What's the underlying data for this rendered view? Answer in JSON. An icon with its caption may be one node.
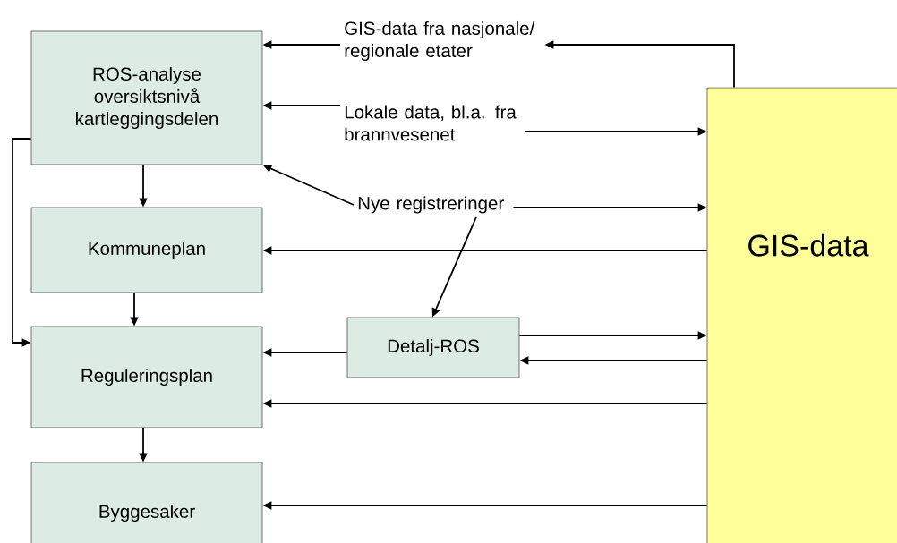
{
  "diagram": {
    "nodes": [
      {
        "text": [
          "ROS-analyse oversiktsnivå kartleggingsdelen"
        ]
      },
      {
        "text": [
          "Kommuneplan"
        ]
      },
      {
        "text": [
          "Reguleringsplan"
        ]
      },
      {
        "text": [
          "Byggesaker"
        ]
      },
      {
        "text": [
          "Detalj-ROS"
        ]
      },
      {
        "text": [
          "GIS-data"
        ]
      },
      {
        "text": [
          "GIS-data fra nasjonale/ regionale etater"
        ]
      },
      {
        "text": [
          "Lokale data, bl.a. fra brannvesenet"
        ]
      },
      {
        "text": [
          "Nye registreringer"
        ]
      }
    ],
    "edges": [
      {
        "from": 6,
        "to": 0,
        "arrow": "to"
      },
      {
        "from": 5,
        "to": 6,
        "arrow": "to"
      },
      {
        "from": 7,
        "to": 0,
        "arrow": "to"
      },
      {
        "from": 7,
        "to": 5,
        "arrow": "to"
      },
      {
        "from": 8,
        "to": 0,
        "arrow": "to"
      },
      {
        "from": 8,
        "to": 5,
        "arrow": "to"
      },
      {
        "from": 8,
        "to": 4,
        "arrow": "to"
      },
      {
        "from": 5,
        "to": 1,
        "arrow": "to"
      },
      {
        "from": 0,
        "to": 1,
        "arrow": "to"
      },
      {
        "from": 1,
        "to": 2,
        "arrow": "to"
      },
      {
        "from": 0,
        "to": 2,
        "arrow": "to"
      },
      {
        "from": 4,
        "to": 2,
        "arrow": "to"
      },
      {
        "from": 4,
        "to": 5,
        "arrow": "to"
      },
      {
        "from": 5,
        "to": 4,
        "arrow": "to"
      },
      {
        "from": 5,
        "to": 2,
        "arrow": "to"
      },
      {
        "from": 2,
        "to": 3,
        "arrow": "to"
      },
      {
        "from": 5,
        "to": 3,
        "arrow": "to"
      }
    ]
  }
}
